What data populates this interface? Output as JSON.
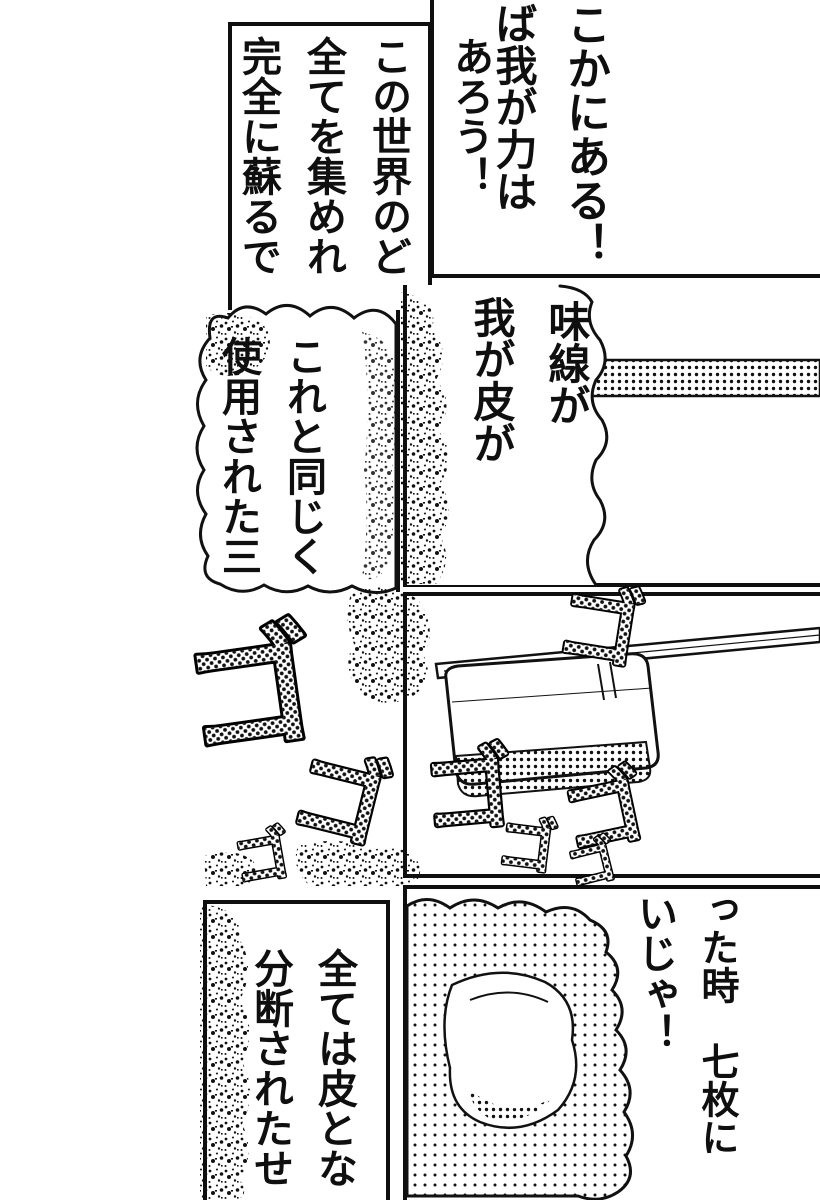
{
  "colors": {
    "paper": "#ffffff",
    "ink": "#0f0f0f"
  },
  "dialogue": {
    "top_right": {
      "columns": [
        "こかにある！",
        "ば我が力は",
        "あろう！"
      ]
    },
    "top_left": {
      "columns": [
        "この世界のど",
        "全てを集めれ",
        "完全に蘇るで"
      ]
    },
    "mid_right": {
      "columns": [
        "味線が",
        "我が皮が"
      ]
    },
    "mid_left": {
      "columns": [
        "これと同じく",
        "使用された三"
      ]
    },
    "bottom_right": {
      "columns": [
        "った時　七枚に",
        "いじゃ！"
      ]
    },
    "bottom_left": {
      "columns": [
        "全ては皮とな",
        "分断されたせ"
      ]
    }
  },
  "sfx": {
    "glyph": "ゴ"
  }
}
